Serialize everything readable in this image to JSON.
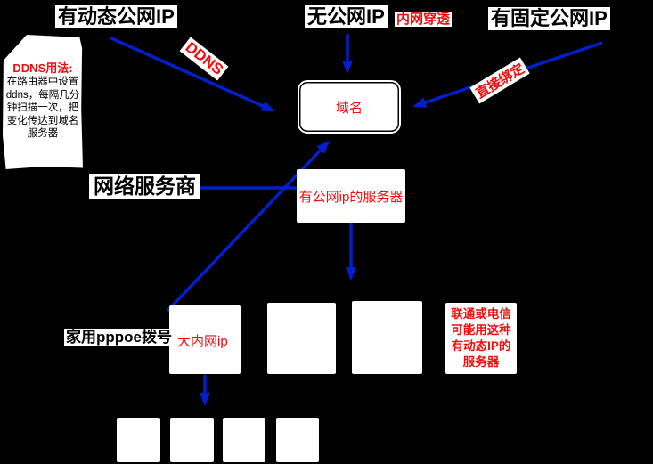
{
  "colors": {
    "background": "#000000",
    "arrow_blue": "#0020cd",
    "accent_red": "#f20d0d",
    "node_bg": "#ffffff",
    "text_black": "#000000"
  },
  "top_labels": {
    "dynamic_public_ip": "有动态公网IP",
    "no_public_ip": "无公网IP",
    "nat_traversal": "内网穿透",
    "fixed_public_ip": "有固定公网IP"
  },
  "note": {
    "title": "DDNS用法:",
    "line1": "在路由器中设置",
    "line2": "ddns，每隔几分",
    "line3": "钟扫描一次，把",
    "line4": "变化传达到域名",
    "line5": "服务器"
  },
  "edge_labels": {
    "ddns": "DDNS",
    "direct_bind": "直接绑定"
  },
  "nodes": {
    "domain": "域名",
    "public_ip_server": "有公网ip的服务器",
    "isp": "网络服务商",
    "intranet_ip": "大内网ip",
    "pppoe": "家用pppoe拨号"
  },
  "annotation": {
    "line1": "联通或电信",
    "line2": "可能用这种",
    "line3": "有动态IP的",
    "line4": "服务器"
  }
}
